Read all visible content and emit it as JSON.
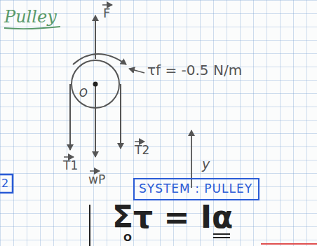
{
  "diagram": {
    "title": "Pulley",
    "nodes": [
      {
        "text": [
          "O"
        ]
      },
      {
        "text": [
          "SYSTEM : PULLEY"
        ]
      }
    ],
    "labels": [
      "F",
      "τf = -0.5 N/m",
      "T1",
      "T2",
      "wP",
      "y",
      "Στ = Iα",
      "O",
      "2"
    ]
  }
}
